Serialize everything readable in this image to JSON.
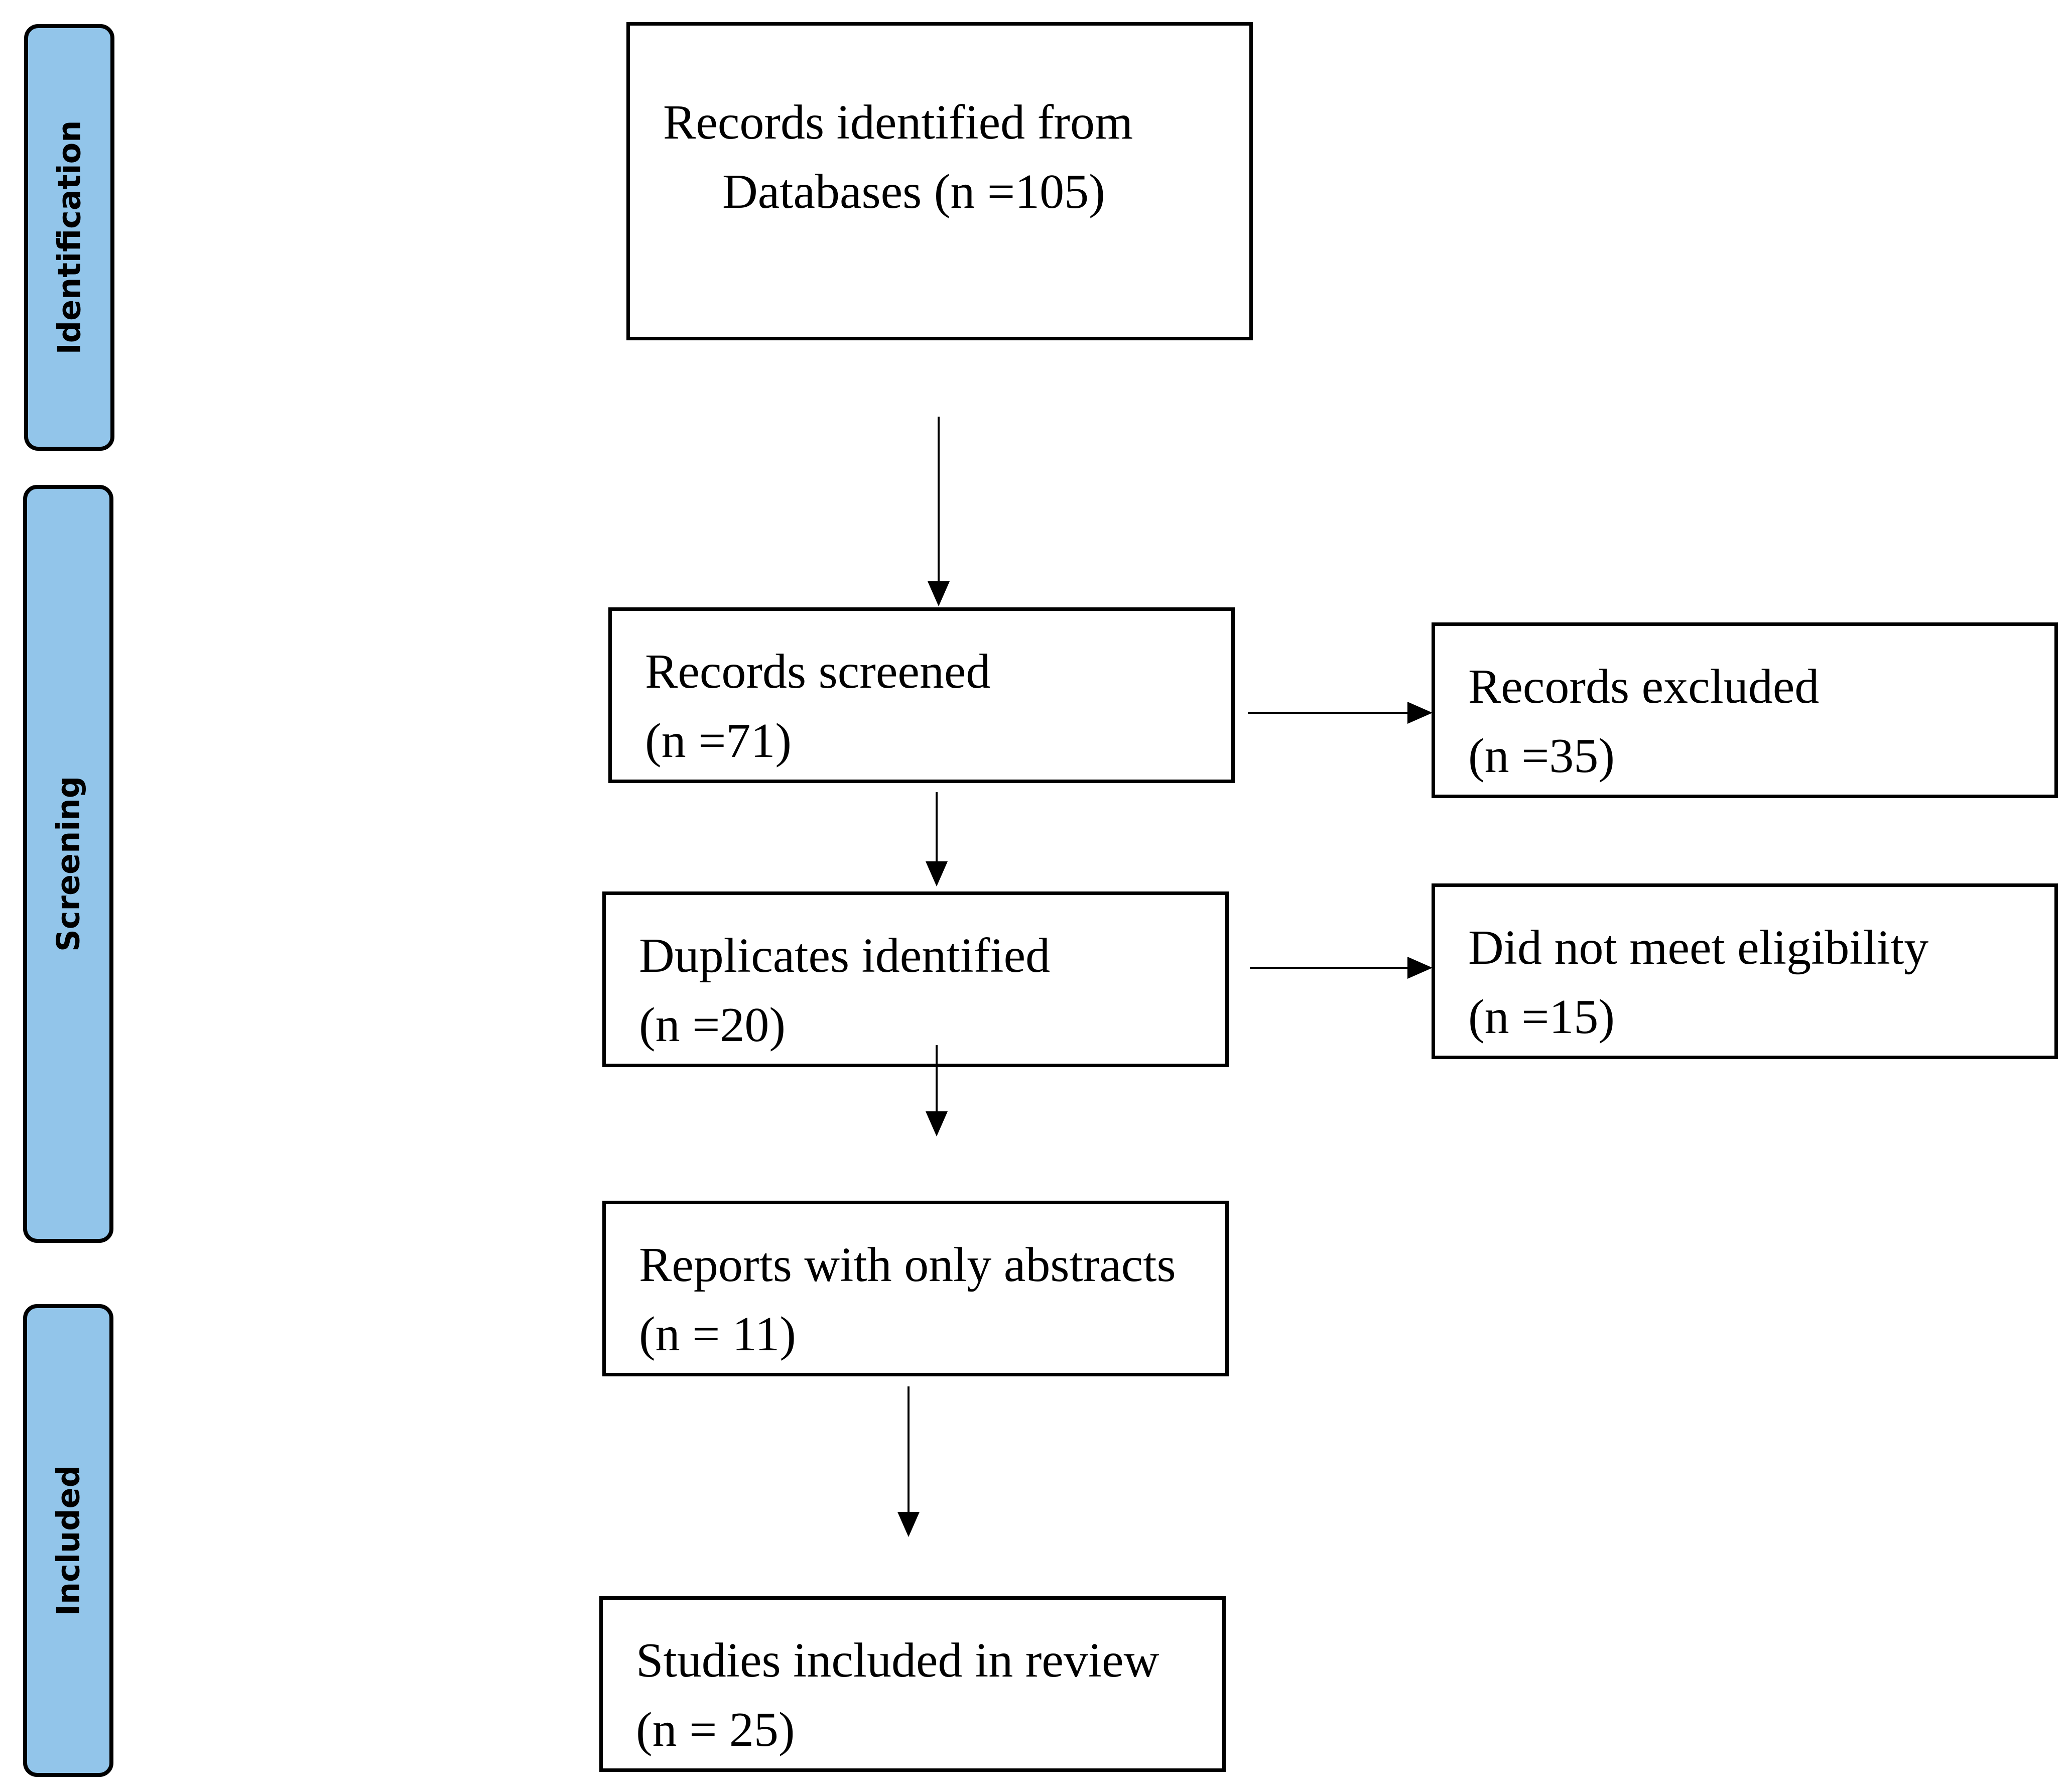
{
  "phases": {
    "identification": "Identification",
    "screening": "Screening",
    "included": "Included"
  },
  "boxes": {
    "records_identified": {
      "line1": "Records identified from",
      "line2": "Databases (n =105)"
    },
    "records_screened": {
      "line1": "Records screened",
      "line2": "(n =71)"
    },
    "records_excluded": {
      "line1": "Records excluded",
      "line2": "(n =35)"
    },
    "duplicates_identified": {
      "line1": "Duplicates identified",
      "line2": "(n =20)"
    },
    "did_not_meet_eligibility": {
      "line1": "Did not meet eligibility",
      "line2": "(n =15)"
    },
    "reports_only_abstracts": {
      "line1": "Reports with only abstracts",
      "line2": "(n = 11)"
    },
    "studies_included": {
      "line1": "Studies included in review",
      "line2": "(n = 25)"
    }
  }
}
